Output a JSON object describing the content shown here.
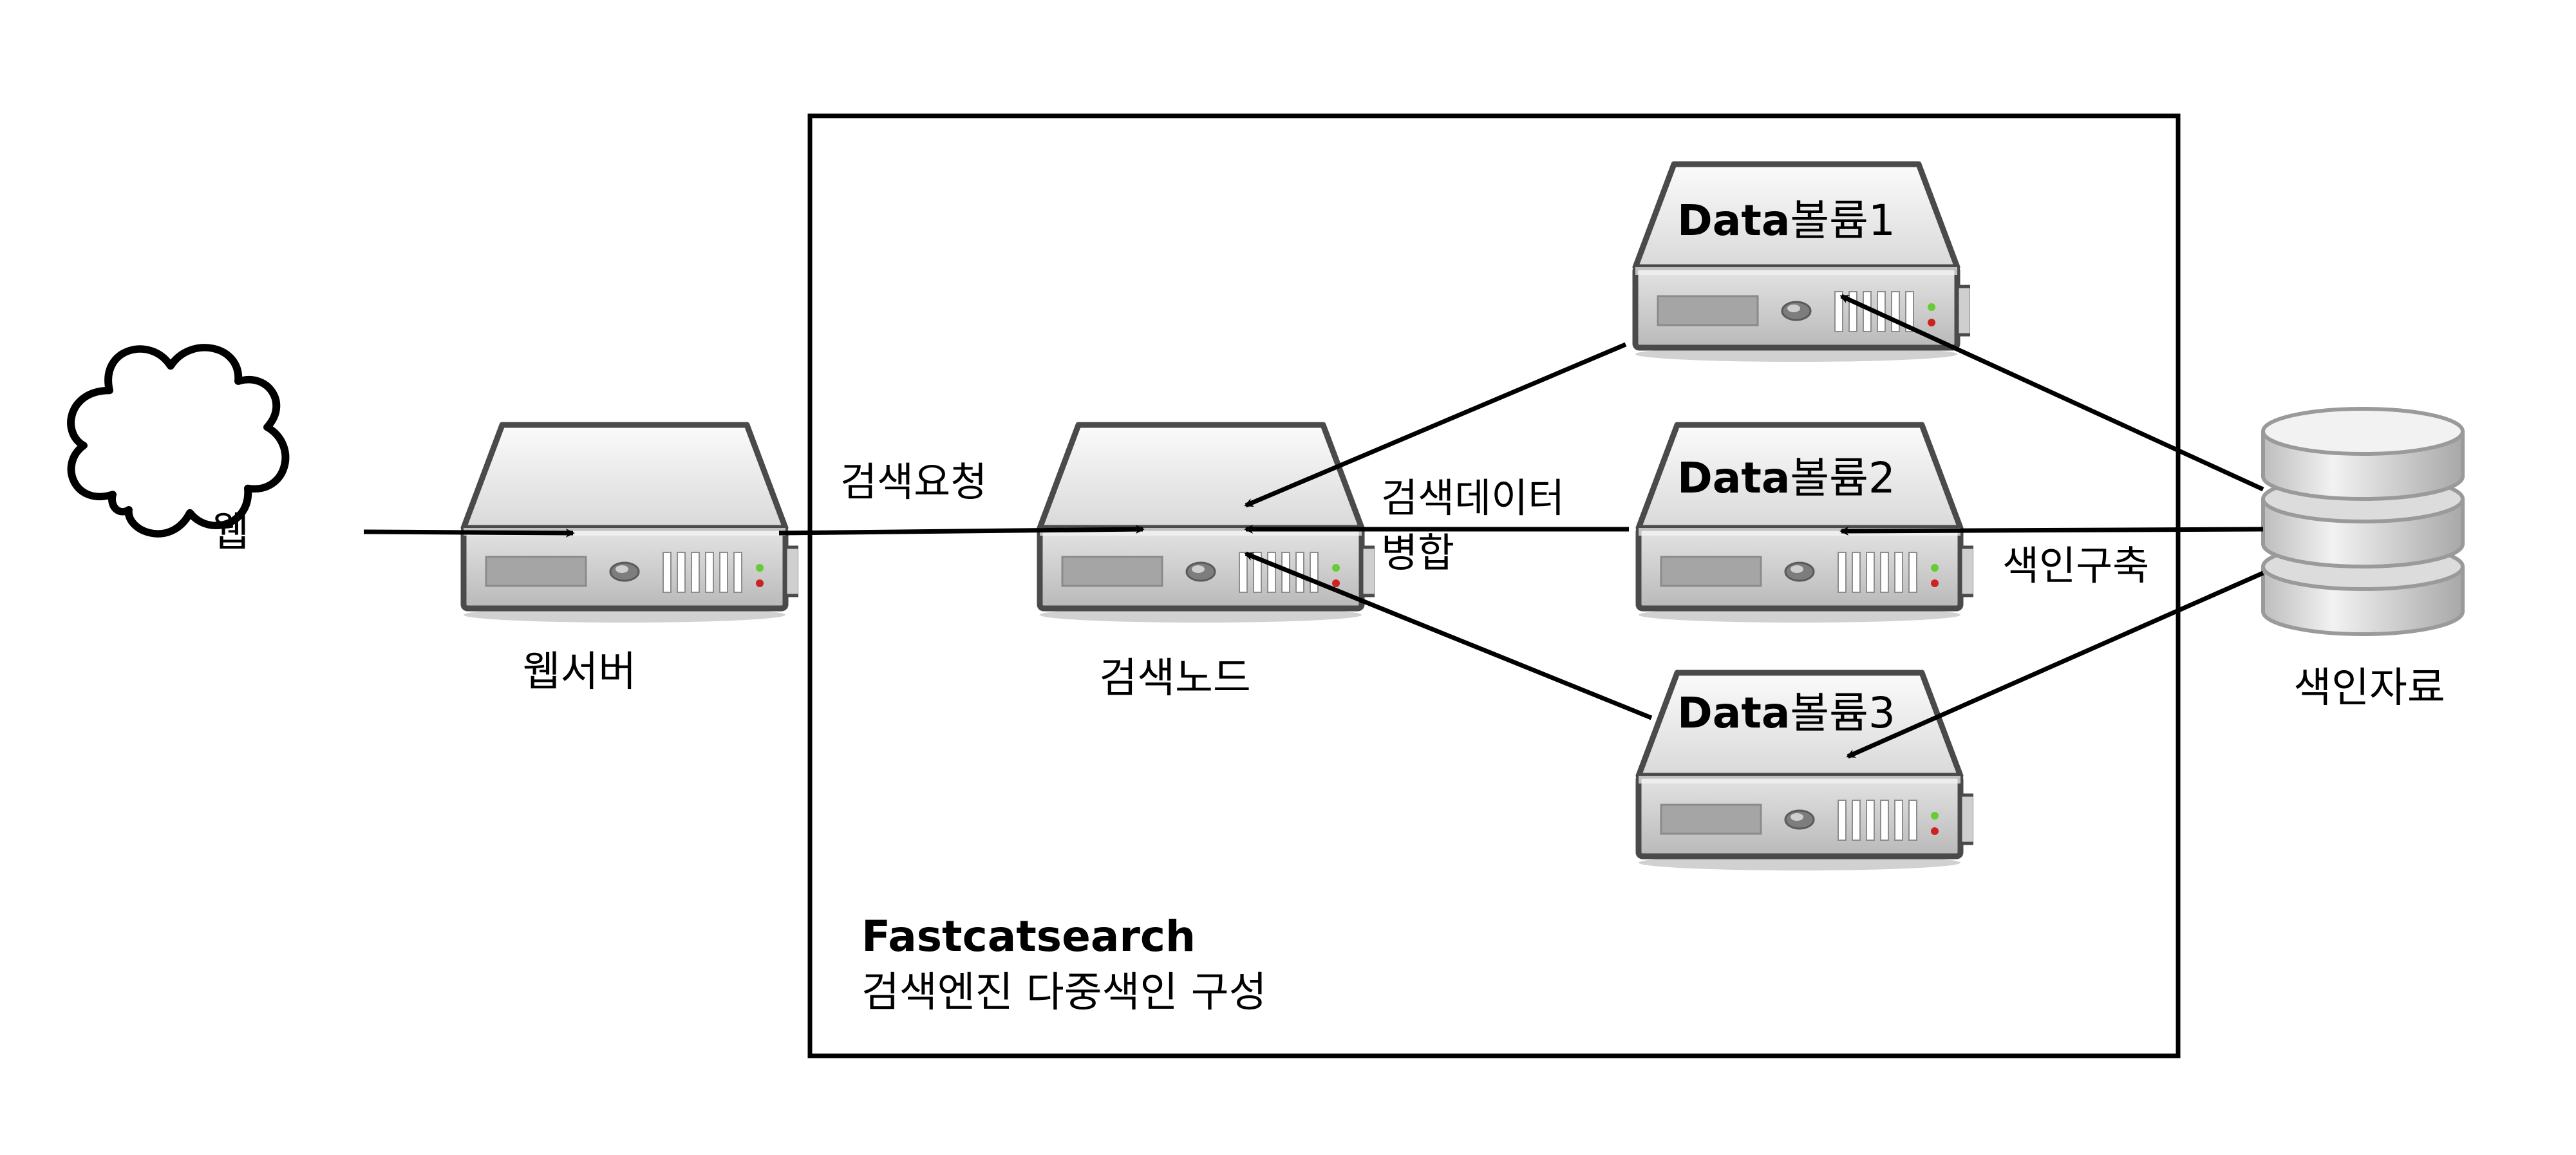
{
  "nodes": {
    "web": "웹",
    "web_server": "웹서버",
    "search_node": "검색노드",
    "volume1": {
      "bold": "Data",
      "rest": "볼륨1"
    },
    "volume2": {
      "bold": "Data",
      "rest": "볼륨2"
    },
    "volume3": {
      "bold": "Data",
      "rest": "볼륨3"
    },
    "index_data": "색인자료"
  },
  "edges": {
    "search_request": "검색요청",
    "merge_line1": "검색데이터",
    "merge_line2": "병합",
    "index_build": "색인구축"
  },
  "box": {
    "title": "Fastcatsearch",
    "subtitle": "검색엔진 다중색인 구성"
  },
  "colors": {
    "line": "#000000",
    "server_body": "#d6d6d6",
    "server_top": "#ebebeb",
    "server_outline": "#4a4a4a",
    "led_green": "#66cc33",
    "led_red": "#cc2222"
  }
}
